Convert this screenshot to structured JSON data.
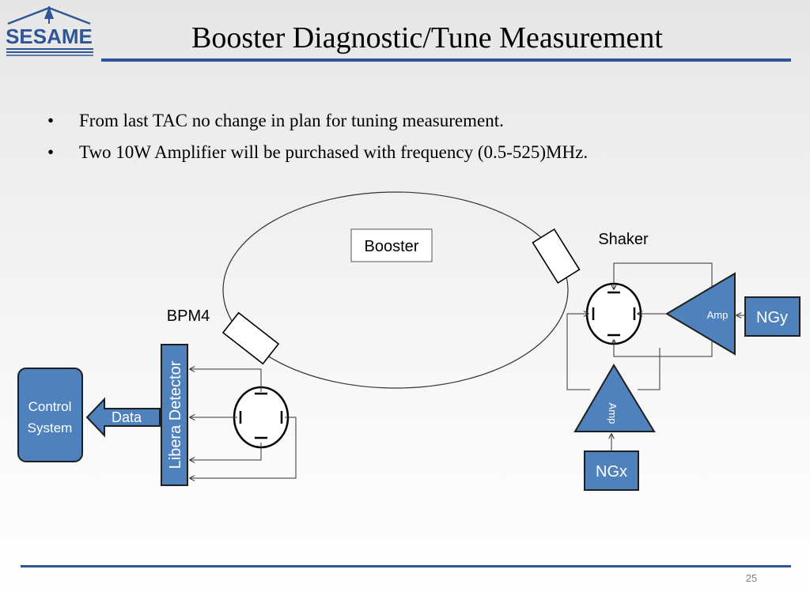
{
  "logo": {
    "text": "SESAME"
  },
  "title": "Booster Diagnostic/Tune Measurement",
  "bullets": [
    "From last TAC no change in plan for tuning measurement.",
    "Two 10W Amplifier will be purchased with frequency (0.5-525)MHz."
  ],
  "diagram": {
    "booster_label": "Booster",
    "shaker_label": "Shaker",
    "bpm_label": "BPM4",
    "libera_label": "Libera Detector",
    "control_label_line1": "Control",
    "control_label_line2": "System",
    "data_label": "Data",
    "amp_y_label": "Amp",
    "amp_x_label": "Amp",
    "ngy_label": "NGy",
    "ngx_label": "NGx"
  },
  "colors": {
    "accent_blue": "#2f5597",
    "box_fill": "#4f81bd",
    "box_border": "#1f1f1f"
  },
  "page_number": "25"
}
